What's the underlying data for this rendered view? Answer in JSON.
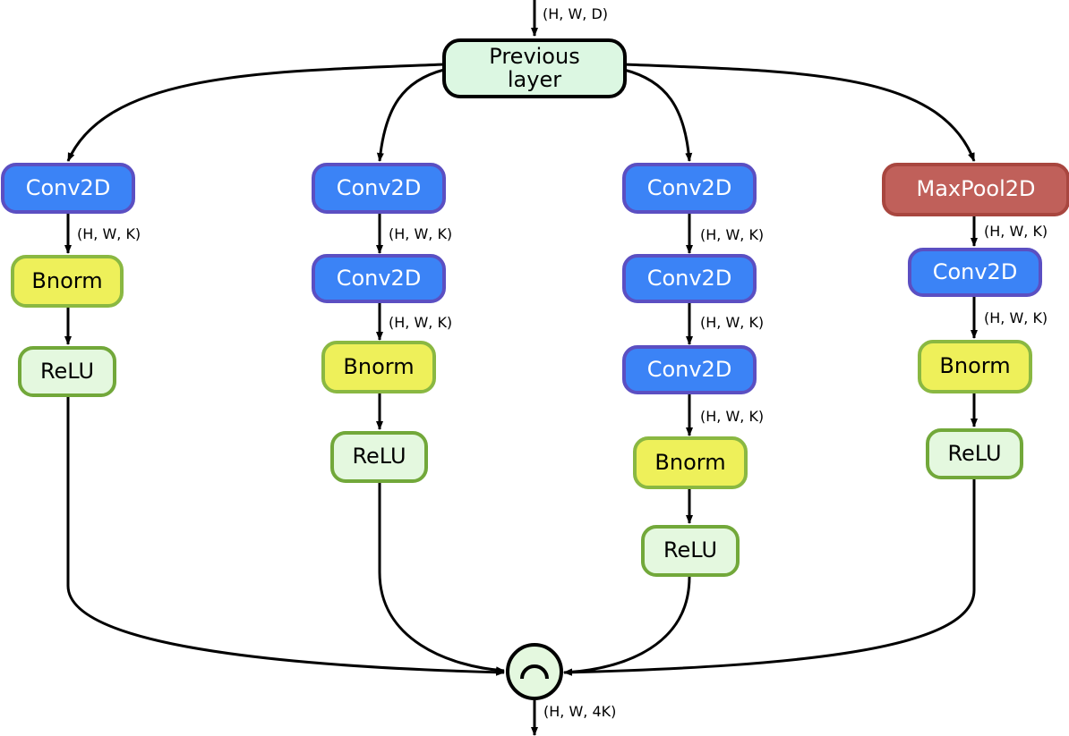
{
  "previous_layer": {
    "label_line1": "Previous",
    "label_line2": "layer"
  },
  "shapes": {
    "input": "(H, W, D)",
    "branch": "(H, W, K)",
    "output": "(H, W, 4K)"
  },
  "blocks": {
    "conv": "Conv2D",
    "bnorm": "Bnorm",
    "relu": "ReLU",
    "maxpool": "MaxPool2D"
  },
  "concat_symbol": "concat-icon",
  "colors": {
    "conv_fill": "#3b83f6",
    "conv_border": "#5b4fc2",
    "bnorm_fill": "#eef05a",
    "bnorm_border": "#8ab842",
    "relu_fill": "#e4f8df",
    "relu_border": "#72a83a",
    "maxpool_fill": "#c0605a",
    "prev_fill": "#dcf7e2"
  }
}
